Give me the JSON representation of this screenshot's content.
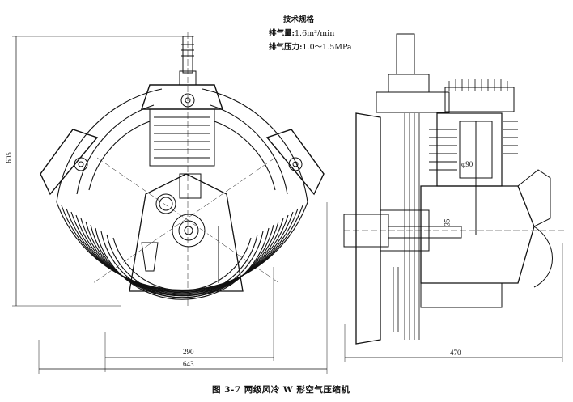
{
  "spec": {
    "title": "技术规格",
    "flow_label": "排气量:",
    "flow_value": "1.6m³/min",
    "pressure_label": "排气压力:",
    "pressure_value": "1.0～1.5MPa"
  },
  "dimensions": {
    "height": "605",
    "inner_width": "290",
    "overall_width": "643",
    "side_length": "470",
    "bore": "φ90",
    "offset": "35"
  },
  "caption": "图 3-7   两级风冷 W 形空气压缩机"
}
